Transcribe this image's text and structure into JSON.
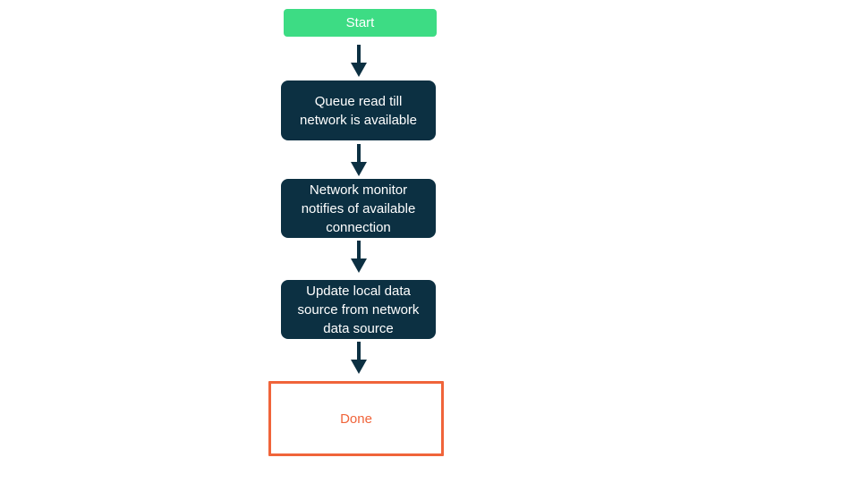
{
  "colors": {
    "background": "#ffffff",
    "start_fill": "#3ddc84",
    "start_text": "#ffffff",
    "process_fill": "#0c3042",
    "process_text": "#ffffff",
    "end_border": "#f0643a",
    "end_text": "#f0643a",
    "arrow": "#0c3042"
  },
  "flowchart": {
    "direction": "top-to-bottom",
    "nodes": [
      {
        "id": "start",
        "type": "start",
        "label": "Start"
      },
      {
        "id": "queue-read",
        "type": "process",
        "label": "Queue read till network is available"
      },
      {
        "id": "network-monitor",
        "type": "process",
        "label": "Network monitor notifies of available connection"
      },
      {
        "id": "update-local-data",
        "type": "process",
        "label": "Update local data source from network data source"
      },
      {
        "id": "done",
        "type": "end",
        "label": "Done"
      }
    ],
    "edges": [
      {
        "from": "start",
        "to": "queue-read"
      },
      {
        "from": "queue-read",
        "to": "network-monitor"
      },
      {
        "from": "network-monitor",
        "to": "update-local-data"
      },
      {
        "from": "update-local-data",
        "to": "done"
      }
    ]
  }
}
